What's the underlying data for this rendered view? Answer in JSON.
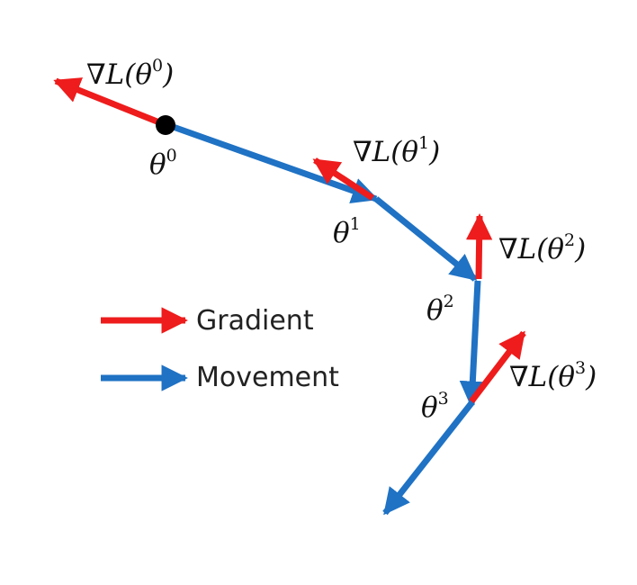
{
  "colors": {
    "gradient": "#ee1c1c",
    "movement": "#1f72c4",
    "point": "#000000"
  },
  "legend": {
    "gradient_label": "Gradient",
    "movement_label": "Movement"
  },
  "symbols": {
    "nabla": "∇",
    "loss": "L",
    "theta": "θ"
  },
  "points": [
    {
      "sup": "0"
    },
    {
      "sup": "1"
    },
    {
      "sup": "2"
    },
    {
      "sup": "3"
    }
  ]
}
